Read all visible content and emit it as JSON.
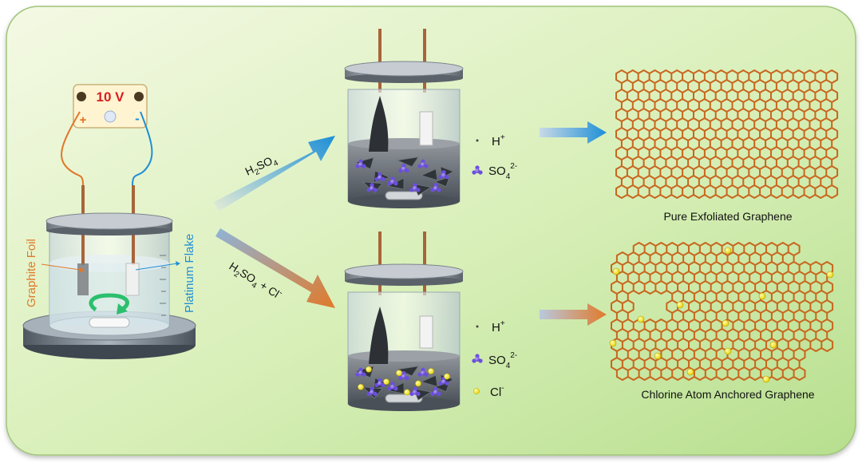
{
  "power_supply": {
    "voltage": "10 V",
    "plus": "+",
    "minus": "-"
  },
  "electrodes": {
    "anode": "Graphite Foil",
    "cathode": "Platinum Flake"
  },
  "pathways": [
    {
      "electrolyte": {
        "main": "H",
        "sub1": "2",
        "main2": "SO",
        "sub2": "4",
        "extra": ""
      },
      "legend": [
        {
          "ion": "H",
          "charge": "+",
          "symbol": "h-plus"
        },
        {
          "ion": "SO",
          "sub": "4",
          "charge": "2-",
          "symbol": "sulfate"
        }
      ],
      "product": "Pure Exfoliated Graphene"
    },
    {
      "electrolyte": {
        "main": "H",
        "sub1": "2",
        "main2": "SO",
        "sub2": "4",
        "extra": " + Cl",
        "extra_charge": "-"
      },
      "legend": [
        {
          "ion": "H",
          "charge": "+",
          "symbol": "h-plus"
        },
        {
          "ion": "SO",
          "sub": "4",
          "charge": "2-",
          "symbol": "sulfate"
        },
        {
          "ion": "Cl",
          "charge": "-",
          "symbol": "chloride"
        }
      ],
      "product": "Chlorine Atom Anchored Graphene"
    }
  ],
  "colors": {
    "background_gradient": [
      "#f2f7df",
      "#c4e69d"
    ],
    "graphene": "#c8661e",
    "arrow_top": "#1e8fd6",
    "arrow_bottom": "#e07a2a",
    "chlorine": "#f3e52a"
  }
}
